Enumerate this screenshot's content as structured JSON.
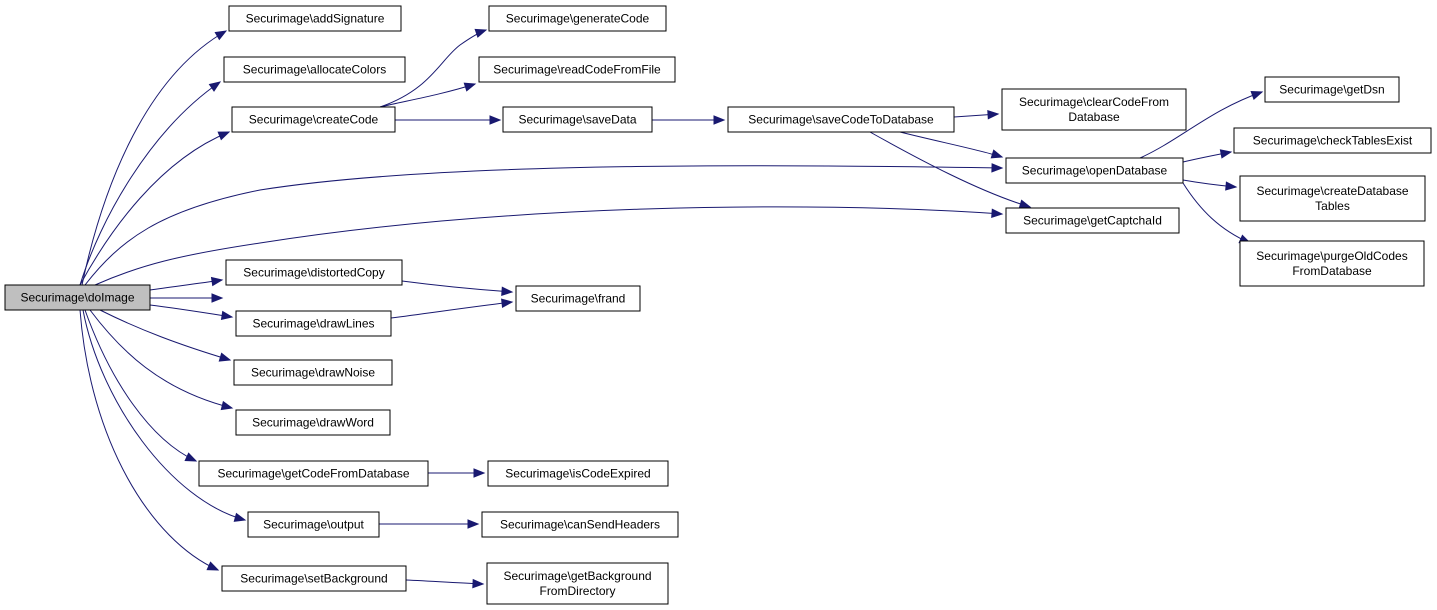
{
  "colors": {
    "edge": "#191970",
    "root_fill": "#bfbfbf",
    "node_fill": "#ffffff",
    "border": "#000000"
  },
  "nodes": [
    {
      "id": "doImage",
      "lines": [
        "Securimage\\doImage"
      ]
    },
    {
      "id": "addSignature",
      "lines": [
        "Securimage\\addSignature"
      ]
    },
    {
      "id": "allocateColors",
      "lines": [
        "Securimage\\allocateColors"
      ]
    },
    {
      "id": "createCode",
      "lines": [
        "Securimage\\createCode"
      ]
    },
    {
      "id": "generateCode",
      "lines": [
        "Securimage\\generateCode"
      ]
    },
    {
      "id": "readCodeFromFile",
      "lines": [
        "Securimage\\readCodeFromFile"
      ]
    },
    {
      "id": "saveData",
      "lines": [
        "Securimage\\saveData"
      ]
    },
    {
      "id": "saveCodeToDatabase",
      "lines": [
        "Securimage\\saveCodeToDatabase"
      ]
    },
    {
      "id": "clearCodeFromDatabase",
      "lines": [
        "Securimage\\clearCodeFrom",
        "Database"
      ]
    },
    {
      "id": "openDatabase",
      "lines": [
        "Securimage\\openDatabase"
      ]
    },
    {
      "id": "getCaptchaId",
      "lines": [
        "Securimage\\getCaptchaId"
      ]
    },
    {
      "id": "getDsn",
      "lines": [
        "Securimage\\getDsn"
      ]
    },
    {
      "id": "checkTablesExist",
      "lines": [
        "Securimage\\checkTablesExist"
      ]
    },
    {
      "id": "createDatabaseTables",
      "lines": [
        "Securimage\\createDatabase",
        "Tables"
      ]
    },
    {
      "id": "purgeOldCodesFromDatabase",
      "lines": [
        "Securimage\\purgeOldCodes",
        "FromDatabase"
      ]
    },
    {
      "id": "distortedCopy",
      "lines": [
        "Securimage\\distortedCopy"
      ]
    },
    {
      "id": "frand",
      "lines": [
        "Securimage\\frand"
      ]
    },
    {
      "id": "drawLines",
      "lines": [
        "Securimage\\drawLines"
      ]
    },
    {
      "id": "drawNoise",
      "lines": [
        "Securimage\\drawNoise"
      ]
    },
    {
      "id": "drawWord",
      "lines": [
        "Securimage\\drawWord"
      ]
    },
    {
      "id": "getCodeFromDatabase",
      "lines": [
        "Securimage\\getCodeFromDatabase"
      ]
    },
    {
      "id": "isCodeExpired",
      "lines": [
        "Securimage\\isCodeExpired"
      ]
    },
    {
      "id": "output",
      "lines": [
        "Securimage\\output"
      ]
    },
    {
      "id": "canSendHeaders",
      "lines": [
        "Securimage\\canSendHeaders"
      ]
    },
    {
      "id": "setBackground",
      "lines": [
        "Securimage\\setBackground"
      ]
    },
    {
      "id": "getBackgroundFromDirectory",
      "lines": [
        "Securimage\\getBackground",
        "FromDirectory"
      ]
    }
  ],
  "edges": [
    {
      "from": "doImage",
      "to": "addSignature"
    },
    {
      "from": "doImage",
      "to": "allocateColors"
    },
    {
      "from": "doImage",
      "to": "createCode"
    },
    {
      "from": "doImage",
      "to": "openDatabase"
    },
    {
      "from": "doImage",
      "to": "getCaptchaId"
    },
    {
      "from": "doImage",
      "to": "distortedCopy"
    },
    {
      "from": "doImage",
      "to": "frand"
    },
    {
      "from": "doImage",
      "to": "drawLines"
    },
    {
      "from": "doImage",
      "to": "drawNoise"
    },
    {
      "from": "doImage",
      "to": "drawWord"
    },
    {
      "from": "doImage",
      "to": "getCodeFromDatabase"
    },
    {
      "from": "doImage",
      "to": "output"
    },
    {
      "from": "doImage",
      "to": "setBackground"
    },
    {
      "from": "createCode",
      "to": "generateCode"
    },
    {
      "from": "createCode",
      "to": "readCodeFromFile"
    },
    {
      "from": "createCode",
      "to": "saveData"
    },
    {
      "from": "saveData",
      "to": "saveCodeToDatabase"
    },
    {
      "from": "saveCodeToDatabase",
      "to": "clearCodeFromDatabase"
    },
    {
      "from": "saveCodeToDatabase",
      "to": "openDatabase"
    },
    {
      "from": "saveCodeToDatabase",
      "to": "getCaptchaId"
    },
    {
      "from": "openDatabase",
      "to": "getDsn"
    },
    {
      "from": "openDatabase",
      "to": "checkTablesExist"
    },
    {
      "from": "openDatabase",
      "to": "createDatabaseTables"
    },
    {
      "from": "openDatabase",
      "to": "purgeOldCodesFromDatabase"
    },
    {
      "from": "distortedCopy",
      "to": "frand"
    },
    {
      "from": "drawLines",
      "to": "frand"
    },
    {
      "from": "getCodeFromDatabase",
      "to": "isCodeExpired"
    },
    {
      "from": "output",
      "to": "canSendHeaders"
    },
    {
      "from": "setBackground",
      "to": "getBackgroundFromDirectory"
    }
  ]
}
